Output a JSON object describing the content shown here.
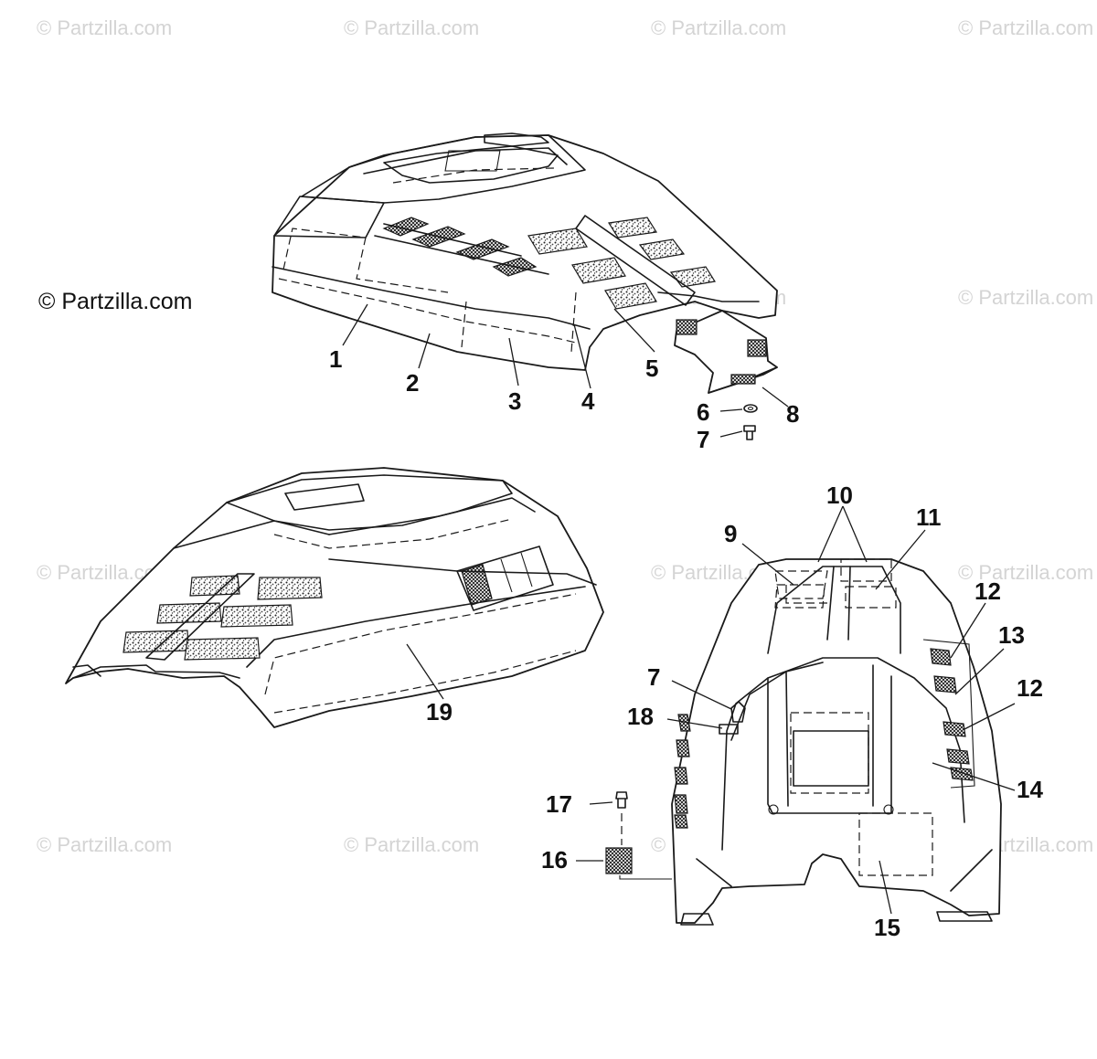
{
  "watermark": "© Partzilla.com",
  "brand_label": "© Partzilla.com",
  "callouts": [
    {
      "id": "c1",
      "label": "1"
    },
    {
      "id": "c2",
      "label": "2"
    },
    {
      "id": "c3",
      "label": "3"
    },
    {
      "id": "c4",
      "label": "4"
    },
    {
      "id": "c5",
      "label": "5"
    },
    {
      "id": "c6",
      "label": "6"
    },
    {
      "id": "c7a",
      "label": "7"
    },
    {
      "id": "c8",
      "label": "8"
    },
    {
      "id": "c19",
      "label": "19"
    },
    {
      "id": "c9",
      "label": "9"
    },
    {
      "id": "c10",
      "label": "10"
    },
    {
      "id": "c11",
      "label": "11"
    },
    {
      "id": "c12a",
      "label": "12"
    },
    {
      "id": "c13",
      "label": "13"
    },
    {
      "id": "c12b",
      "label": "12"
    },
    {
      "id": "c7b",
      "label": "7"
    },
    {
      "id": "c18",
      "label": "18"
    },
    {
      "id": "c14",
      "label": "14"
    },
    {
      "id": "c17",
      "label": "17"
    },
    {
      "id": "c16",
      "label": "16"
    },
    {
      "id": "c15",
      "label": "15"
    }
  ]
}
